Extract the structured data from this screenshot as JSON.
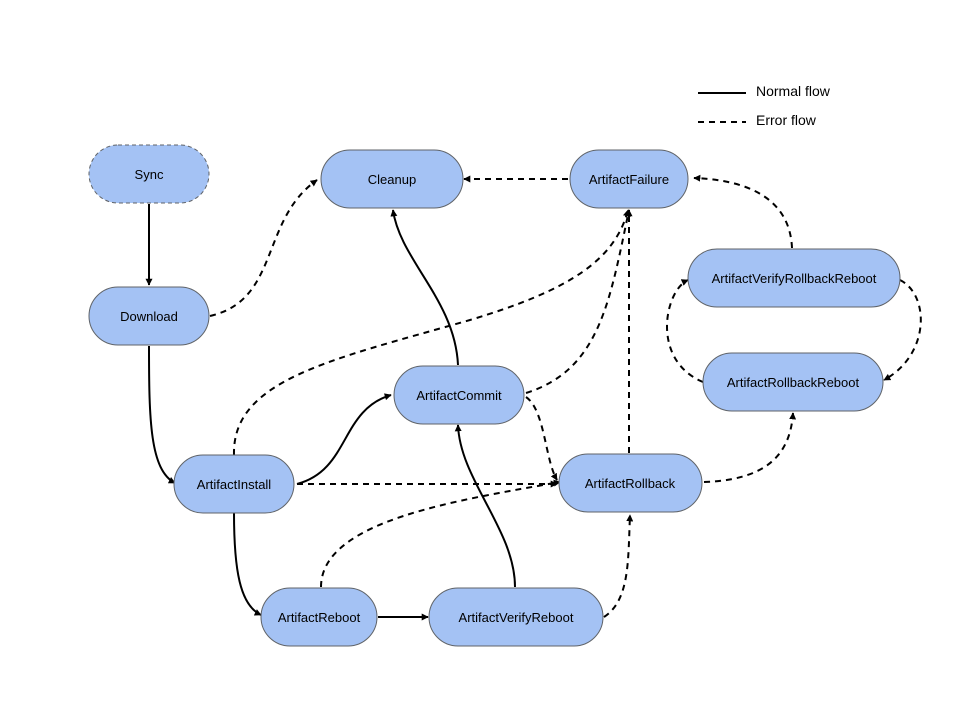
{
  "legend": {
    "normal_label": "Normal flow",
    "error_label": "Error flow"
  },
  "nodes": {
    "sync": "Sync",
    "download": "Download",
    "cleanup": "Cleanup",
    "artifact_failure": "ArtifactFailure",
    "artifact_verify_rollback_reboot": "ArtifactVerifyRollbackReboot",
    "artifact_rollback_reboot": "ArtifactRollbackReboot",
    "artifact_commit": "ArtifactCommit",
    "artifact_install": "ArtifactInstall",
    "artifact_rollback": "ArtifactRollback",
    "artifact_reboot": "ArtifactReboot",
    "artifact_verify_reboot": "ArtifactVerifyReboot"
  },
  "colors": {
    "node_fill": "#a4c2f4",
    "node_stroke": "#5f6368",
    "edge": "#000000"
  },
  "edges": [
    {
      "from": "Sync",
      "to": "Download",
      "flow": "normal"
    },
    {
      "from": "Download",
      "to": "ArtifactInstall",
      "flow": "normal"
    },
    {
      "from": "ArtifactInstall",
      "to": "ArtifactCommit",
      "flow": "normal"
    },
    {
      "from": "ArtifactInstall",
      "to": "ArtifactReboot",
      "flow": "normal"
    },
    {
      "from": "ArtifactReboot",
      "to": "ArtifactVerifyReboot",
      "flow": "normal"
    },
    {
      "from": "ArtifactVerifyReboot",
      "to": "ArtifactCommit",
      "flow": "normal"
    },
    {
      "from": "ArtifactCommit",
      "to": "Cleanup",
      "flow": "normal"
    },
    {
      "from": "Download",
      "to": "Cleanup",
      "flow": "error"
    },
    {
      "from": "ArtifactFailure",
      "to": "Cleanup",
      "flow": "error"
    },
    {
      "from": "ArtifactInstall",
      "to": "ArtifactFailure",
      "flow": "error"
    },
    {
      "from": "ArtifactCommit",
      "to": "ArtifactFailure",
      "flow": "error"
    },
    {
      "from": "ArtifactRollback",
      "to": "ArtifactFailure",
      "flow": "error"
    },
    {
      "from": "ArtifactVerifyRollbackReboot",
      "to": "ArtifactFailure",
      "flow": "error"
    },
    {
      "from": "ArtifactInstall",
      "to": "ArtifactRollback",
      "flow": "error"
    },
    {
      "from": "ArtifactCommit",
      "to": "ArtifactRollback",
      "flow": "error"
    },
    {
      "from": "ArtifactReboot",
      "to": "ArtifactRollback",
      "flow": "error"
    },
    {
      "from": "ArtifactVerifyReboot",
      "to": "ArtifactRollback",
      "flow": "error"
    },
    {
      "from": "ArtifactRollback",
      "to": "ArtifactRollbackReboot",
      "flow": "error"
    },
    {
      "from": "ArtifactRollbackReboot",
      "to": "ArtifactVerifyRollbackReboot",
      "flow": "error"
    },
    {
      "from": "ArtifactVerifyRollbackReboot",
      "to": "ArtifactRollbackReboot",
      "flow": "error"
    }
  ]
}
